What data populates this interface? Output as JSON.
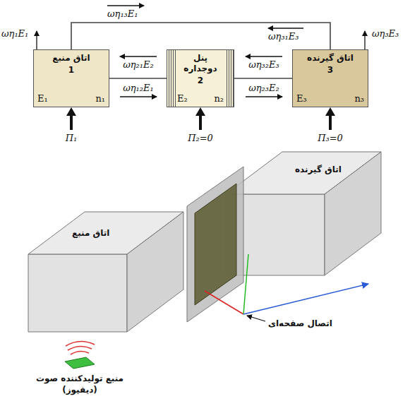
{
  "diagram": {
    "nodes": [
      {
        "text": [
          "اتاق منبع",
          "1",
          "E₁",
          "n₁"
        ]
      },
      {
        "text": [
          "پنل دوجداره",
          "2",
          "E₂",
          "n₂"
        ]
      },
      {
        "text": [
          "اتاق گیرنده",
          "3",
          "E₃",
          "n₃"
        ]
      }
    ],
    "edges": [
      {
        "from": 0,
        "to": 1,
        "arrow": "none"
      },
      {
        "from": 1,
        "to": 2,
        "arrow": "none"
      },
      {
        "from": 0,
        "to": 2,
        "arrow": "none"
      }
    ],
    "labels": [
      "ωη₁E₁",
      "ωη₁₃E₁",
      "ωη₃₁E₃",
      "ωη₃E₃",
      "ωη₂₁E₂",
      "ωη₁₂E₁",
      "ωη₃₂E₃",
      "ωη₂₃E₂",
      "Π₁",
      "Π₂=0",
      "Π₃=0",
      "اتاق منبع",
      "اتاق گیرنده",
      "اتصال صفحه‌ای",
      "منبع تولیدکننده صوت (دیفیوز)"
    ]
  }
}
